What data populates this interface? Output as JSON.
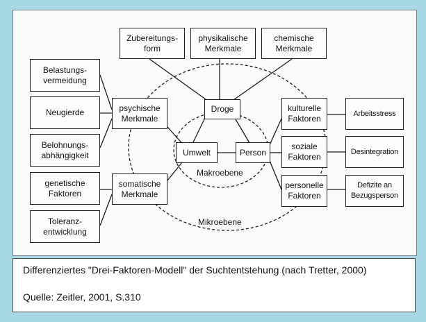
{
  "diagram": {
    "nodes": {
      "zubereitung": "Zubereitungs-\nform",
      "physikalisch": "physikalische\nMerkmale",
      "chemisch": "chemische\nMerkmale",
      "belastung": "Belastungs-\nvermeidung",
      "neugierde": "Neugierde",
      "belohnung": "Belohnungs-\nabhängigkeit",
      "genetisch": "genetische\nFaktoren",
      "toleranz": "Toleranz-\nentwicklung",
      "psychisch": "psychische\nMerkmale",
      "somatisch": "somatische\nMerkmale",
      "droge": "Droge",
      "umwelt": "Umwelt",
      "person": "Person",
      "kulturell": "kulturelle\nFaktoren",
      "sozial": "soziale\nFaktoren",
      "personell": "personelle\nFaktoren",
      "arbeitsstress": "Arbeitsstress",
      "desintegration": "Desintegration",
      "defizite": "Defizite an\nBezugsperson"
    },
    "labels": {
      "makroebene": "Makroebene",
      "mikroebene": "Mikroebene"
    }
  },
  "caption": {
    "title": "Differenziertes \"Drei-Faktoren-Modell\" der Suchtentstehung (nach Tretter, 2000)",
    "source": "Quelle: Zeitler, 2001, S.310"
  }
}
